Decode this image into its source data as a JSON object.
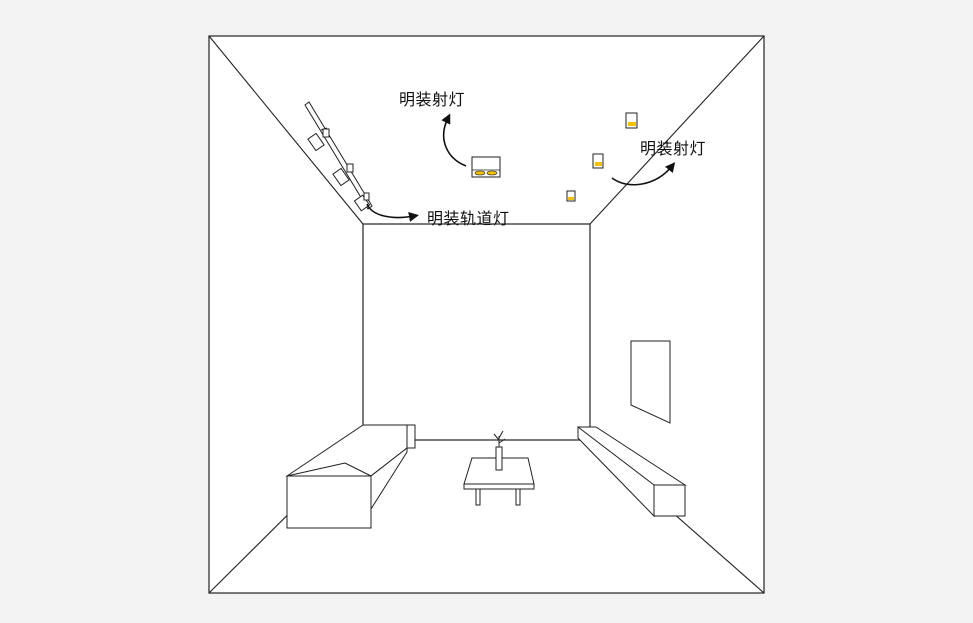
{
  "labels": {
    "surface_downlight_center": "明装射灯",
    "surface_downlight_right": "明装射灯",
    "surface_track_light": "明装轨道灯"
  },
  "colors": {
    "background": "#f3f3f3",
    "line": "#222222",
    "fill": "#ffffff",
    "lamp_glow": "#f2c200",
    "arrow": "#111111"
  }
}
